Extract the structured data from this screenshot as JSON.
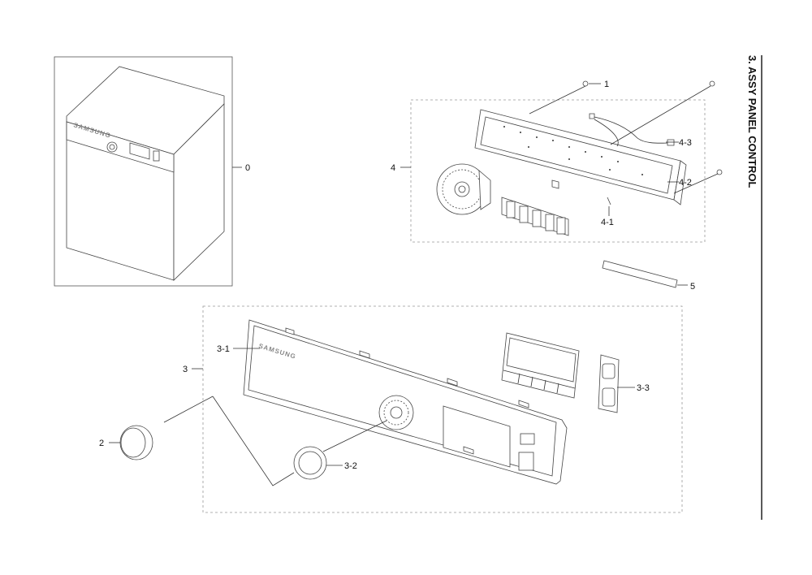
{
  "title": "3. ASSY PANEL CONTROL",
  "brand_text": "SAMSUNG",
  "callouts": {
    "c0": "0",
    "c1": "1",
    "c2": "2",
    "c3": "3",
    "c3_1": "3-1",
    "c3_2": "3-2",
    "c3_3": "3-3",
    "c4": "4",
    "c4_1": "4-1",
    "c4_2": "4-2",
    "c4_3": "4-3",
    "c5": "5"
  }
}
